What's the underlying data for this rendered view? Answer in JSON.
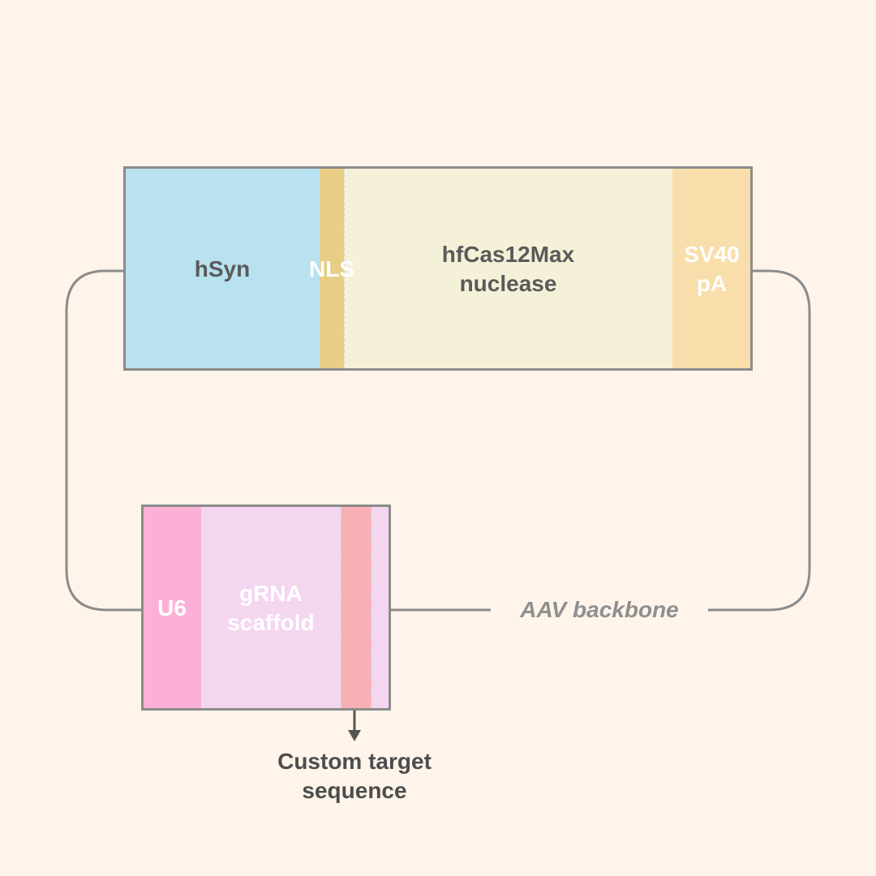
{
  "diagram": {
    "cassette_top": {
      "segments": [
        {
          "id": "hsyn",
          "label": "hSyn",
          "color": "#b8e2ef"
        },
        {
          "id": "nls",
          "label": "NLS",
          "color": "#e8cd86"
        },
        {
          "id": "nuclease",
          "label": "hfCas12Max\nnuclease",
          "color": "#f5f1d8"
        },
        {
          "id": "sv40",
          "label": "SV40\npA",
          "color": "#f8deaa"
        }
      ]
    },
    "cassette_bottom": {
      "segments": [
        {
          "id": "u6",
          "label": "U6",
          "color": "#fdb0d6"
        },
        {
          "id": "grna",
          "label": "gRNA\nscaffold",
          "color": "#f4d6f0"
        },
        {
          "id": "target",
          "label": "",
          "color": "#f8b0b5"
        }
      ]
    },
    "backbone_label": "AAV backbone",
    "target_callout": "Custom target\nsequence",
    "colors": {
      "background": "#fef4ea",
      "outline": "#8c8c8c",
      "connector": "#8c8c8c",
      "arrow": "#555555"
    }
  }
}
